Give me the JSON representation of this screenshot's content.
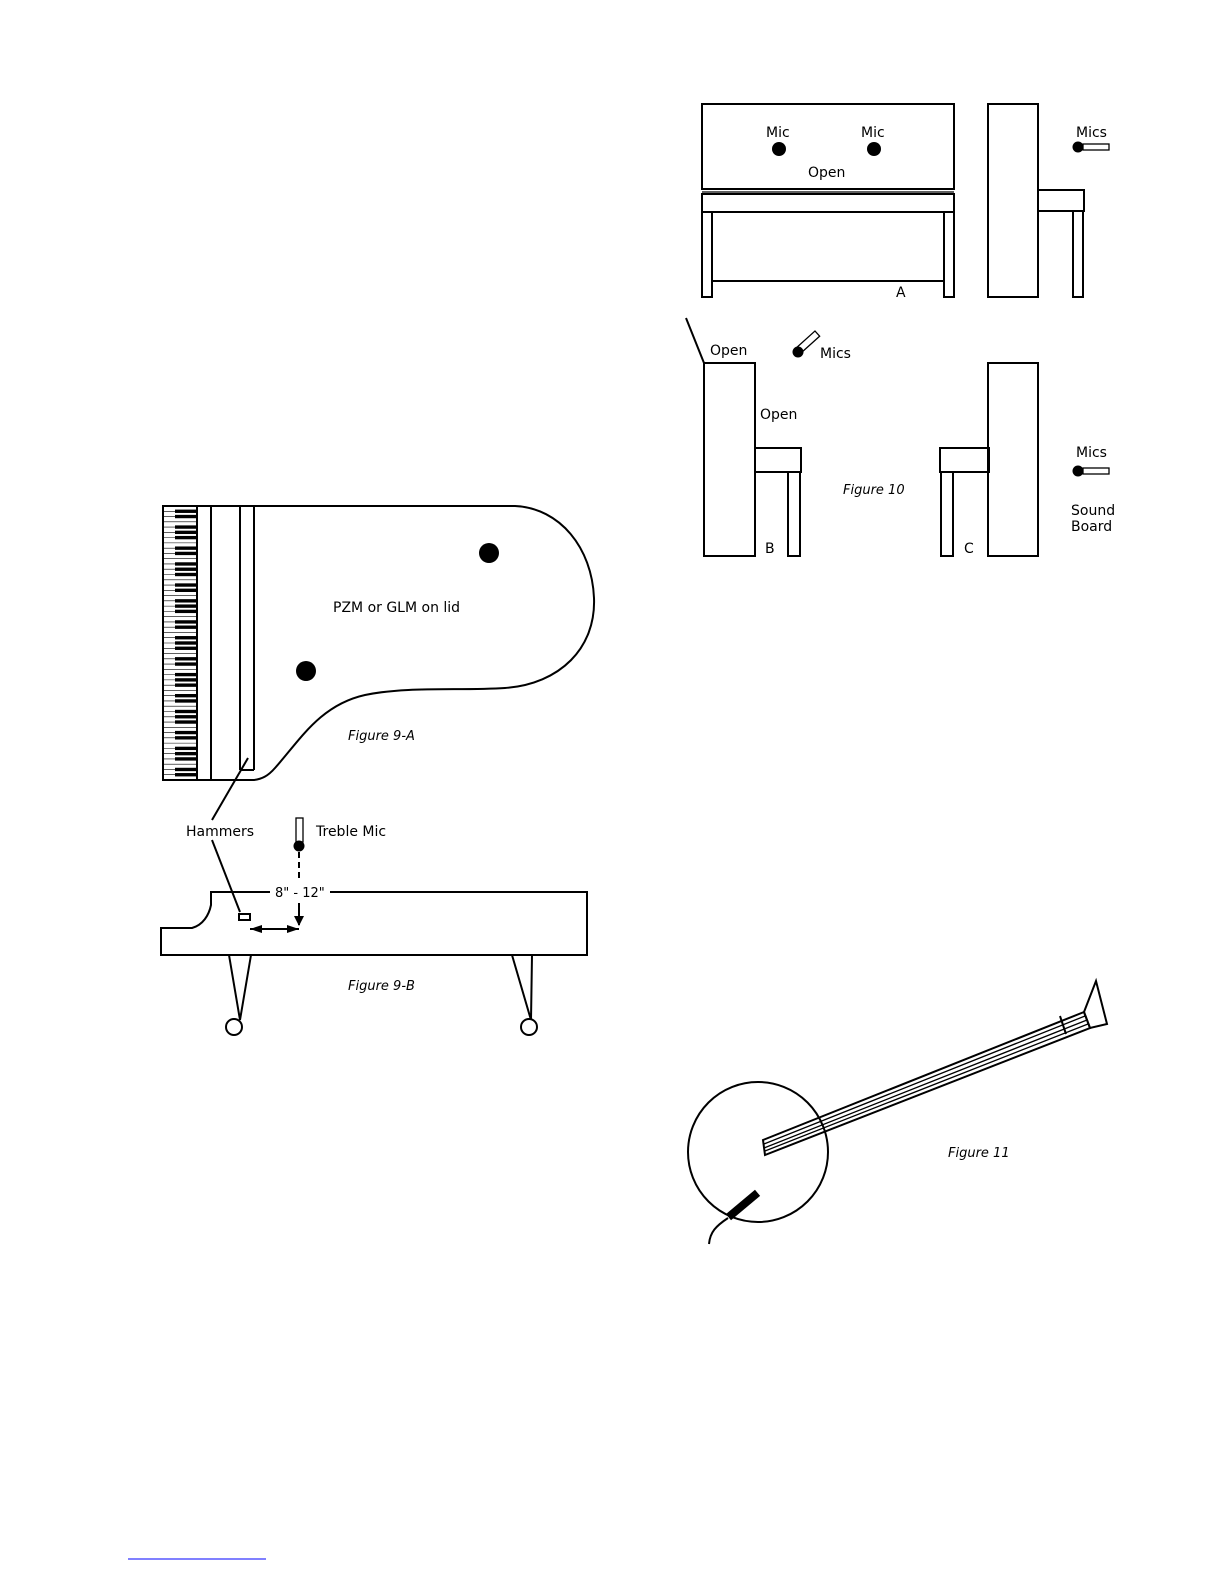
{
  "upright_front": {
    "mic_left_label": "Mic",
    "mic_right_label": "Mic",
    "open_label": "Open",
    "view_letter": "A"
  },
  "upright_side_a": {
    "mics_label": "Mics"
  },
  "upright_b": {
    "top_open_label": "Open",
    "mics_label": "Mics",
    "front_open_label": "Open",
    "view_letter": "B"
  },
  "upright_c": {
    "view_letter": "C",
    "mics_label": "Mics",
    "sound_label": "Sound",
    "board_label": "Board"
  },
  "figure10_caption": "Figure 10",
  "grand_top": {
    "pzm_label": "PZM or GLM on lid",
    "caption": "Figure 9-A"
  },
  "grand_side": {
    "hammers_label": "Hammers",
    "treble_mic_label": "Treble Mic",
    "distance_label": "8\" - 12\"",
    "caption": "Figure 9-B"
  },
  "banjo": {
    "caption": "Figure 11"
  }
}
